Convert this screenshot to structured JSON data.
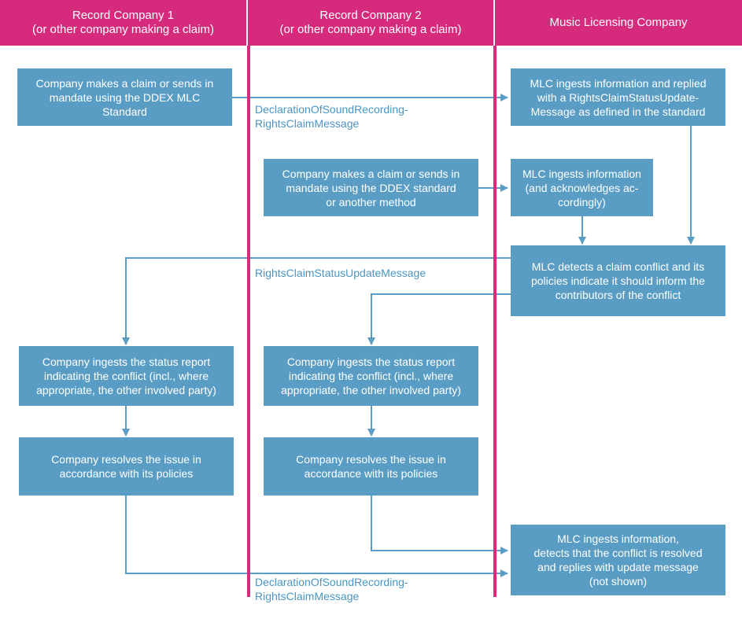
{
  "headers": {
    "rc1_line1": "Record Company 1",
    "rc1_line2": "(or other company making a claim)",
    "rc2_line1": "Record Company 2",
    "rc2_line2": "(or other company making a claim)",
    "mlc": "Music Licensing Company"
  },
  "boxes": {
    "rc1_claim": [
      "Company makes a claim or sends in",
      "mandate using the DDEX MLC",
      "Standard"
    ],
    "mlc_ingest_reply": [
      "MLC ingests information and replied",
      "with a RightsClaimStatusUpdate-",
      "Message as defined in the standard"
    ],
    "rc2_claim": [
      "Company makes a claim or sends in",
      "mandate using the DDEX standard",
      "or another method"
    ],
    "mlc_ingest_ack": [
      "MLC ingests information",
      "(and acknowledges ac-",
      "cordingly)"
    ],
    "mlc_conflict": [
      "MLC detects a claim conflict and its",
      "policies indicate it should inform the",
      "contributors of the conflict"
    ],
    "rc1_status": [
      "Company ingests the status report",
      "indicating the conflict (incl., where",
      "appropriate, the other involved party)"
    ],
    "rc2_status": [
      "Company ingests the status report",
      "indicating the conflict (incl., where",
      "appropriate, the other involved party)"
    ],
    "rc1_resolve": [
      "Company resolves the issue in",
      "accordance with its policies"
    ],
    "rc2_resolve": [
      "Company resolves the issue in",
      "accordance with its policies"
    ],
    "mlc_final": [
      "MLC ingests information,",
      "detects that the conflict is resolved",
      "and replies with update message",
      "(not shown)"
    ]
  },
  "messages": {
    "msg1": [
      "DeclarationOfSoundRecording-",
      "RightsClaimMessage"
    ],
    "msg2": [
      "RightsClaimStatusUpdateMessage"
    ],
    "msg3": [
      "DeclarationOfSoundRecording-",
      "RightsClaimMessage"
    ]
  },
  "colors": {
    "header": "#d62a7d",
    "box": "#5a9dc4",
    "arrow": "#5a9dc4",
    "message_text": "#4a95c3",
    "divider": "#d62a7d"
  }
}
